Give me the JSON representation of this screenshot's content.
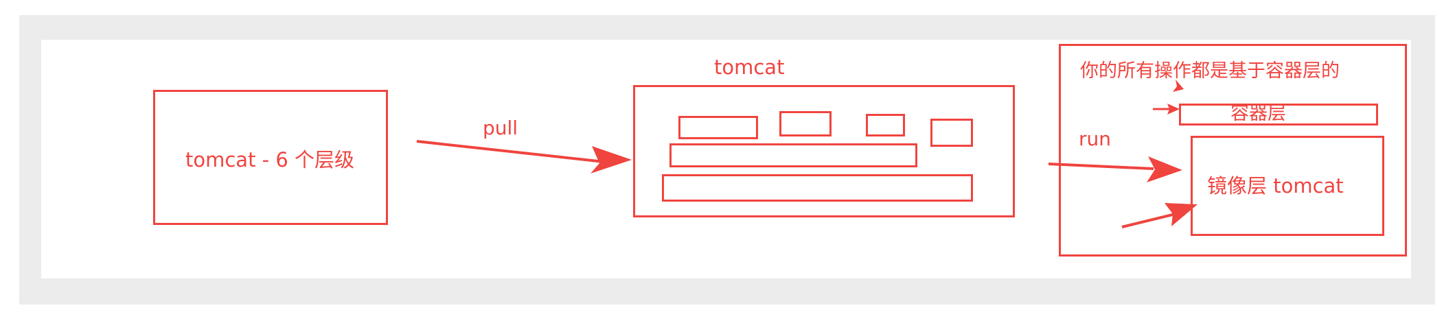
{
  "colors": {
    "stroke": "#f0443f",
    "frame": "#ececec",
    "background": "#ffffff"
  },
  "labels": {
    "source_box": "tomcat - 6 个层级",
    "pull": "pull",
    "image_title": "tomcat",
    "run": "run",
    "note": "你的所有操作都是基于容器层的",
    "container_layer": "容器层",
    "image_layer": "镜像层 tomcat"
  }
}
